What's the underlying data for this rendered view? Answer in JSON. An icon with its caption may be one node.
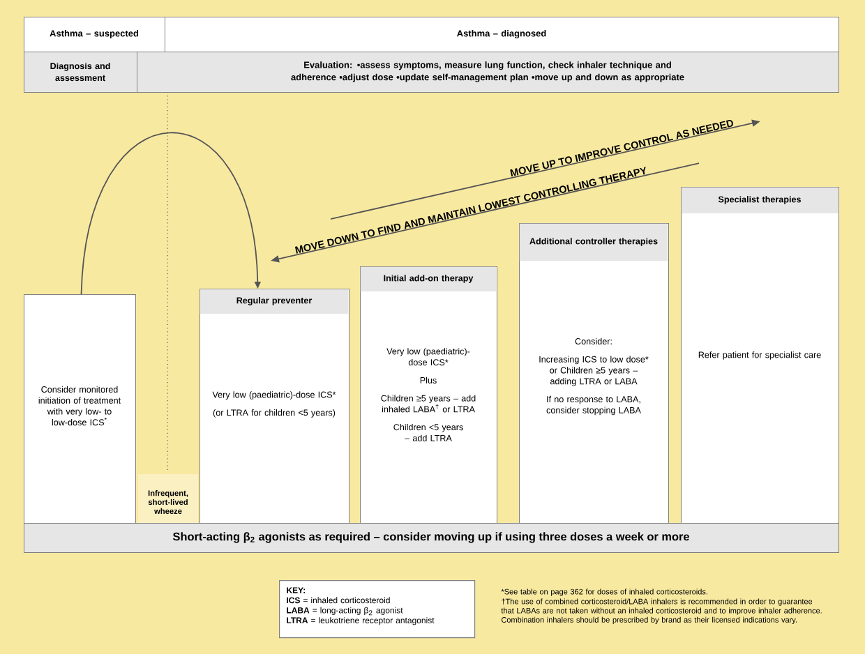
{
  "diagram": {
    "nodes": [
      {
        "text": [
          "Consider monitored initiation of treatment with very low- to low-dose ICS$^{*}$"
        ]
      },
      {
        "text": [
          "Regular preventer",
          "Very low (paediatric)-dose ICS*",
          "(or LTRA for children <5 years)"
        ]
      },
      {
        "text": [
          "Initial add-on therapy",
          "Very low (paediatric)-dose ICS*",
          "Plus",
          "Children ≥5 years – add inhaled LABA$^{†}$ or LTRA",
          "Children <5 years – add LTRA"
        ]
      },
      {
        "text": [
          "Additional controller therapies",
          "Consider:",
          "Increasing ICS to low dose* or Children ≥5 years – adding LTRA or LABA",
          "If no response to LABA, consider stopping LABA"
        ]
      },
      {
        "text": [
          "Specialist therapies",
          "Refer patient for specialist care"
        ]
      },
      {
        "text": [
          "Short-acting β$_{2}$ agonists as required – consider moving up if using three doses a week or more"
        ]
      }
    ],
    "edges": [
      {
        "from": 0,
        "to": 1,
        "arrow": "to"
      }
    ],
    "labels": [
      "Asthma – suspected",
      "Asthma – diagnosed",
      "Diagnosis and assessment",
      "Evaluation: •assess symptoms, measure lung function, check inhaler technique and adherence •adjust dose •update self-management plan •move up and down as appropriate",
      "Infrequent, short-lived wheeze",
      "MOVE UP TO IMPROVE CONTROL AS NEEDED",
      "MOVE DOWN TO FIND AND MAINTAIN LOWEST CONTROLLING THERAPY",
      "KEY:",
      "**ICS** = inhaled corticosteroid",
      "**LABA** = long-acting β$_{2}$ agonist",
      "**LTRA** = leukotriene receptor antagonist",
      "*See table on page 362 for doses of inhaled corticosteroids.",
      "†The use of combined corticosteroid/LABA inhalers is recommended in order to guarantee that LABAs are not taken without an inhaled corticosteroid and to improve inhaler adherence. Combination inhalers should be prescribed by brand as their licensed indications vary."
    ]
  }
}
